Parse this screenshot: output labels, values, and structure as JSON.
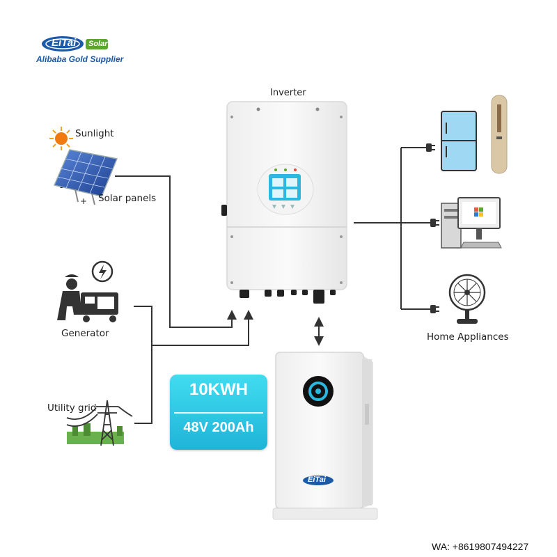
{
  "logo": {
    "brand": "EiTai",
    "badge": "Solar",
    "tagline": "Alibaba Gold Supplier"
  },
  "labels": {
    "inverter": "Inverter",
    "sunlight": "Sunlight",
    "solar_panels": "Solar panels",
    "generator": "Generator",
    "utility_grid": "Utility grid",
    "home_appliances": "Home Appliances",
    "panel_minus": "-",
    "panel_plus": "+"
  },
  "battery": {
    "capacity": "10KWH",
    "spec": "48V 200Ah",
    "brand": "EiTai"
  },
  "contact": "WA: +8619807494227",
  "colors": {
    "logo_blue": "#1c5aa8",
    "logo_green": "#5aa62e",
    "badge_cyan": "#2cc6e4",
    "line": "#333333",
    "screen": "#2bb8e0"
  }
}
